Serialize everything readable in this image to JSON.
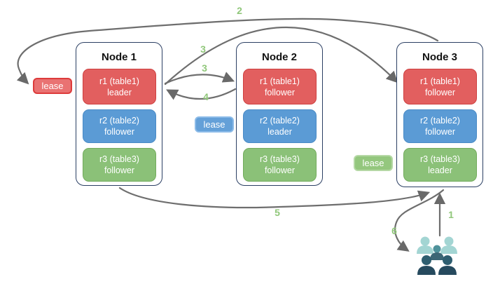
{
  "nodes": [
    {
      "title": "Node 1",
      "replicas": [
        {
          "name": "r1 (table1)",
          "role": "leader",
          "color": "red"
        },
        {
          "name": "r2 (table2)",
          "role": "follower",
          "color": "blue"
        },
        {
          "name": "r3 (table3)",
          "role": "follower",
          "color": "green"
        }
      ]
    },
    {
      "title": "Node 2",
      "replicas": [
        {
          "name": "r1 (table1)",
          "role": "follower",
          "color": "red"
        },
        {
          "name": "r2 (table2)",
          "role": "leader",
          "color": "blue"
        },
        {
          "name": "r3 (table3)",
          "role": "follower",
          "color": "green"
        }
      ]
    },
    {
      "title": "Node 3",
      "replicas": [
        {
          "name": "r1 (table1)",
          "role": "follower",
          "color": "red"
        },
        {
          "name": "r2 (table2)",
          "role": "follower",
          "color": "blue"
        },
        {
          "name": "r3 (table3)",
          "role": "leader",
          "color": "green"
        }
      ]
    }
  ],
  "leases": [
    {
      "label": "lease",
      "color": "red"
    },
    {
      "label": "lease",
      "color": "blue"
    },
    {
      "label": "lease",
      "color": "green"
    }
  ],
  "step_labels": [
    {
      "text": "2"
    },
    {
      "text": "3"
    },
    {
      "text": "3"
    },
    {
      "text": "4"
    },
    {
      "text": "5"
    },
    {
      "text": "6"
    },
    {
      "text": "1"
    }
  ],
  "icons": {
    "users_group": "users-group-icon"
  },
  "colors": {
    "replica_red": "#e25f5f",
    "replica_red_border": "#ce4040",
    "replica_blue": "#5b9bd5",
    "replica_blue_border": "#4a8bc6",
    "replica_green": "#8bc178",
    "replica_green_border": "#72ab5c",
    "node_border": "#2b3f63",
    "arrow_gray": "#6e6e6e",
    "step_label_green": "#90c77a",
    "people_light_teal": "#a3d5d3",
    "people_mid_teal": "#4f929b",
    "people_slate": "#3c6675",
    "people_navy": "#264a5e"
  }
}
